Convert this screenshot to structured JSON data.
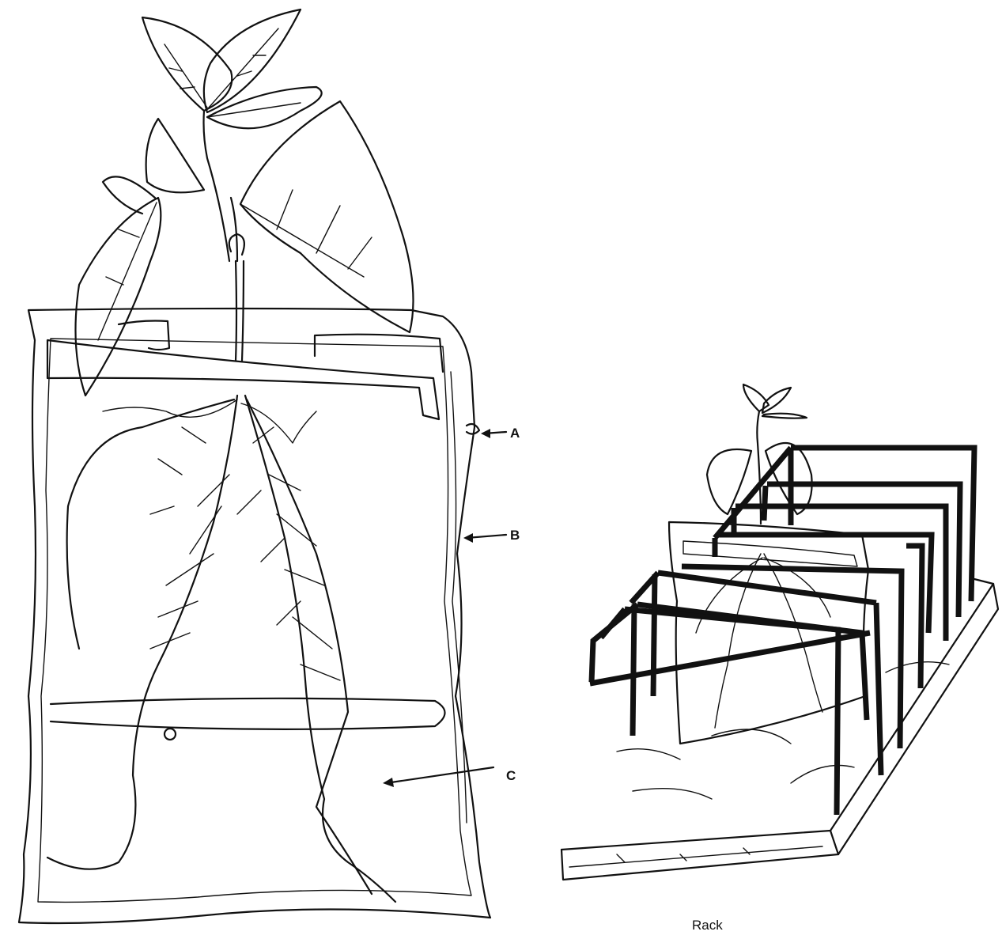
{
  "labels": {
    "a": "A",
    "b": "B",
    "c": "C",
    "rack": "Rack"
  },
  "colors": {
    "ink": "#111111",
    "paper": "#ffffff"
  }
}
